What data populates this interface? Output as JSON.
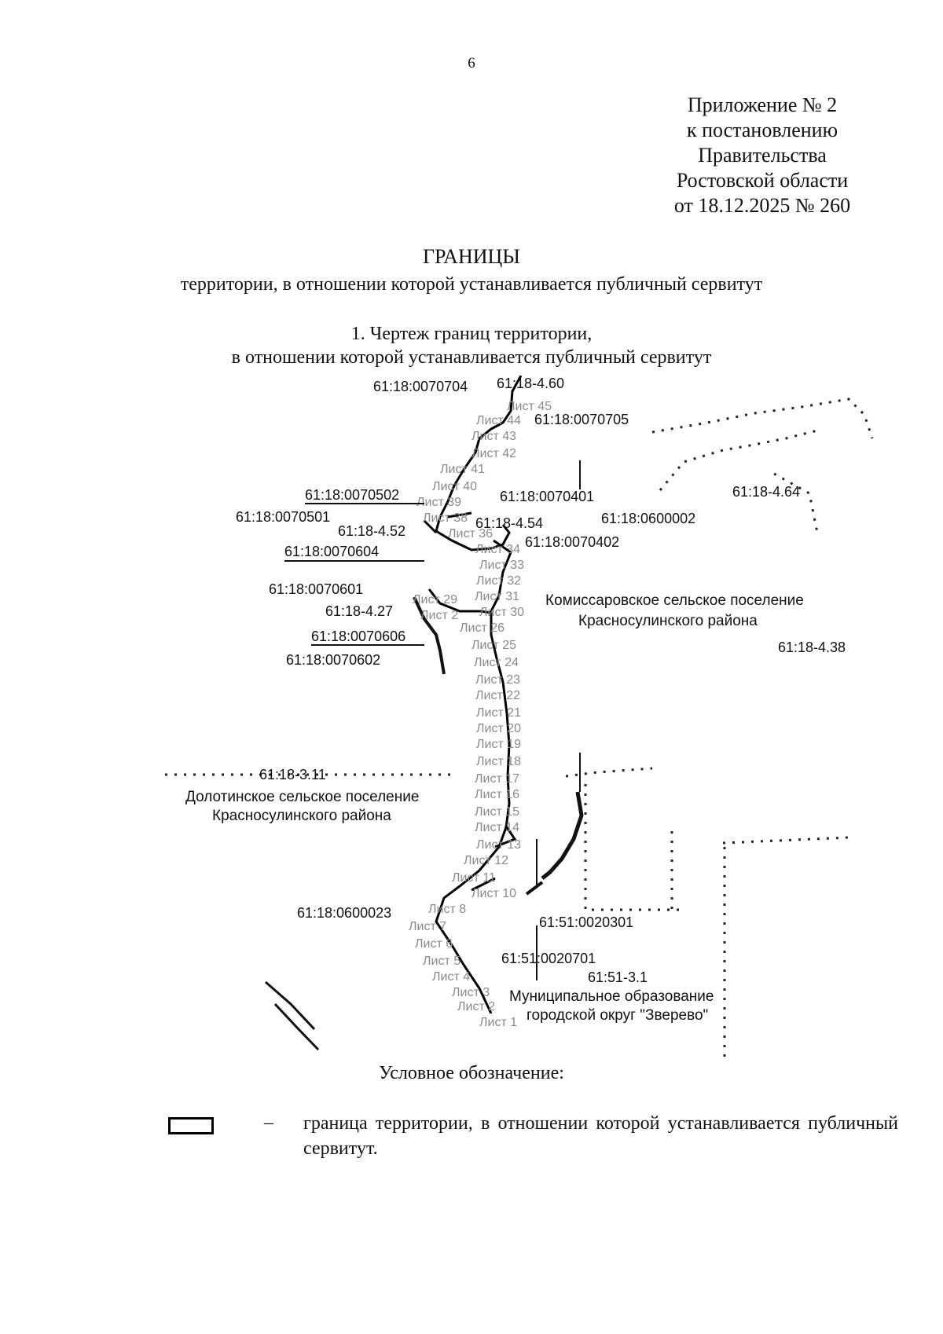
{
  "page_number": "6",
  "appendix": {
    "line1": "Приложение № 2",
    "line2": "к постановлению",
    "line3": "Правительства",
    "line4": "Ростовской области",
    "line5": "от 18.12.2025 № 260"
  },
  "title": "ГРАНИЦЫ",
  "subtitle": "территории, в отношении которой устанавливается публичный сервитут",
  "section": {
    "line1": "1. Чертеж границ территории,",
    "line2": "в отношении которой устанавливается публичный сервитут"
  },
  "map": {
    "cadastral_labels": [
      "61:18:0070704",
      "61:18-4.60",
      "61:18:0070705",
      "61:18:0070502",
      "61:18:0070401",
      "61:18-4.64",
      "61:18:0070501",
      "61:18-4.52",
      "61:18-4.54",
      "61:18:0600002",
      "61:18:0070604",
      "61:18:0070402",
      "61:18:0070601",
      "61:18-4.27",
      "61:18:0070606",
      "61:18:0070602",
      "61:18-4.38",
      "61:18-3.11",
      "61:18:0600023",
      "61:51:0020301",
      "61:51:0020701",
      "61:51-3.1"
    ],
    "areas": {
      "komissarovskoe_1": "Комиссаровское сельское поселение",
      "komissarovskoe_2": "Красносулинского района",
      "dolotinskoe_1": "Долотинское сельское поселение",
      "dolotinskoe_2": "Красносулинского района",
      "zverevo_1": "Муниципальное образование",
      "zverevo_2": "городской округ \"Зверево\""
    },
    "sheet_labels": [
      "Лист 45",
      "Лист 44",
      "Лист 43",
      "Лист 42",
      "Лист 41",
      "Лист 40",
      "Лист 39",
      "Лист 38",
      "Лист 36",
      "Лист 34",
      "Лист 33",
      "Лист 32",
      "Лист 31",
      "Лист 30",
      "Лист 29",
      "Лист 2",
      "Лист 26",
      "Лист 25",
      "Лист 24",
      "Лист 23",
      "Лист 22",
      "Лист 21",
      "Лист 20",
      "Лист 19",
      "Лист 18",
      "Лист 17",
      "Лист 16",
      "Лист 15",
      "Лист 14",
      "Лист 13",
      "Лист 12",
      "Лист 11",
      "Лист 10",
      "Лист 8",
      "Лист 7",
      "Лист 6",
      "Лист 5",
      "Лист 4",
      "Лист 3",
      "Лист 2",
      "Лист 1"
    ]
  },
  "legend": {
    "title": "Условное обозначение:",
    "dash": "–",
    "text": "граница территории, в отношении которой устанавливается публичный сервитут."
  }
}
